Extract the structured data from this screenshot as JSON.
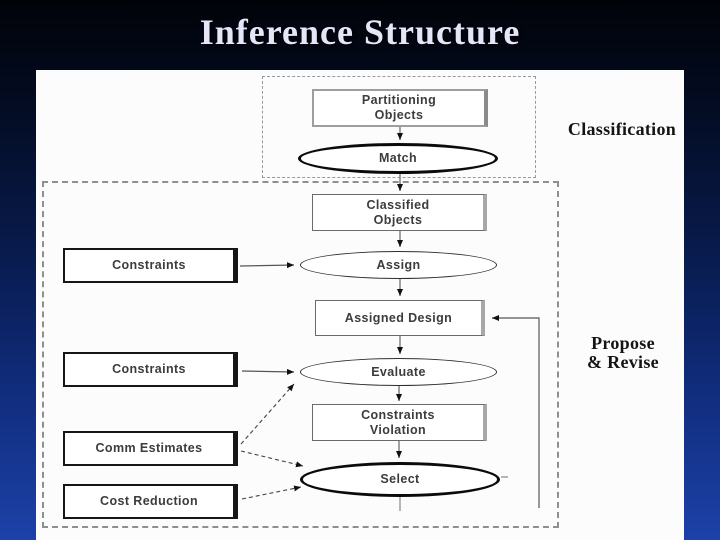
{
  "slide": {
    "title": "Inference Structure"
  },
  "colors": {
    "background_top": "#010308",
    "background_bottom": "#1c41a8",
    "title_text": "#e6e6f8",
    "panel_background": "#fcfcfc",
    "diagram_line": "#555555"
  },
  "diagram": {
    "group_labels": {
      "classification": "Classification",
      "propose_revise_line1": "Propose",
      "propose_revise_line2": "& Revise"
    },
    "nodes": {
      "partitioning_objects": {
        "shape": "box",
        "line1": "Partitioning",
        "line2": "Objects"
      },
      "match": {
        "shape": "ellipse",
        "label": "Match"
      },
      "classified_objects": {
        "shape": "box",
        "line1": "Classified",
        "line2": "Objects"
      },
      "constraints_1": {
        "shape": "box",
        "label": "Constraints"
      },
      "assign": {
        "shape": "ellipse",
        "label": "Assign"
      },
      "assigned_design": {
        "shape": "box",
        "label": "Assigned Design"
      },
      "constraints_2": {
        "shape": "box",
        "label": "Constraints"
      },
      "evaluate": {
        "shape": "ellipse",
        "label": "Evaluate"
      },
      "constraints_violation": {
        "shape": "box",
        "line1": "Constraints",
        "line2": "Violation"
      },
      "comm_estimates": {
        "shape": "box",
        "label": "Comm Estimates"
      },
      "select": {
        "shape": "ellipse",
        "label": "Select"
      },
      "cost_reduction": {
        "shape": "box",
        "label": "Cost Reduction"
      }
    },
    "edges": [
      {
        "from": "partitioning_objects",
        "to": "match"
      },
      {
        "from": "match",
        "to": "classified_objects"
      },
      {
        "from": "classified_objects",
        "to": "assign"
      },
      {
        "from": "constraints_1",
        "to": "assign"
      },
      {
        "from": "assign",
        "to": "assigned_design"
      },
      {
        "from": "assigned_design",
        "to": "evaluate"
      },
      {
        "from": "constraints_2",
        "to": "evaluate"
      },
      {
        "from": "comm_estimates",
        "to": "evaluate"
      },
      {
        "from": "evaluate",
        "to": "constraints_violation"
      },
      {
        "from": "constraints_violation",
        "to": "select"
      },
      {
        "from": "comm_estimates",
        "to": "select"
      },
      {
        "from": "cost_reduction",
        "to": "select"
      },
      {
        "from": "select",
        "to": "assigned_design",
        "type": "feedback"
      }
    ]
  }
}
